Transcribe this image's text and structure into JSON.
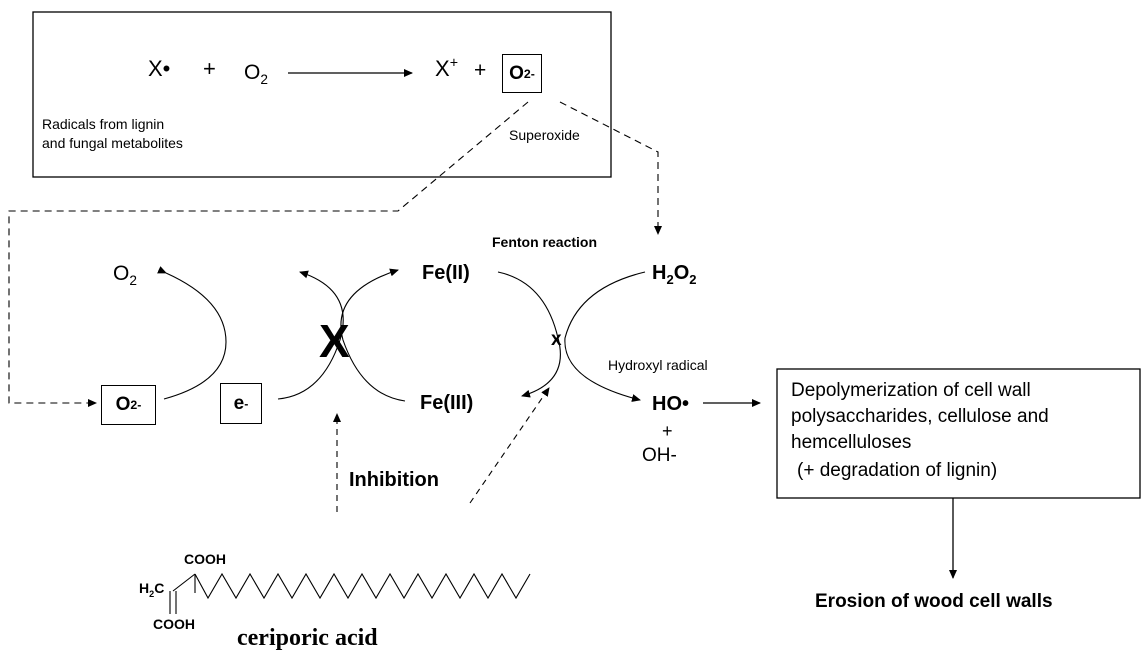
{
  "top_box": {
    "x_radical": "X•",
    "plus": "+",
    "o2_base": "O",
    "o2_sub": "2",
    "x_plus_base": "X",
    "x_plus_sup": "+",
    "plus2": "+",
    "superoxide_base": "O",
    "superoxide_sub": "2",
    "superoxide_sup": "-",
    "radicals_line1": "Radicals from lignin",
    "radicals_line2": "and fungal metabolites",
    "superoxide_label": "Superoxide"
  },
  "cycle": {
    "o2_base": "O",
    "o2_sub": "2",
    "o2m_base": "O",
    "o2m_sub": "2",
    "o2m_sup": "-",
    "e_base": "e",
    "e_sup": "-",
    "big_x": "X",
    "small_x": "x",
    "fe2": "Fe(II)",
    "fe3": "Fe(III)",
    "fenton_label": "Fenton reaction",
    "h2o2_h": "H",
    "h2o2_sub": "2",
    "h2o2_o": "O",
    "h2o2_sub2": "2",
    "hydroxyl_label": "Hydroxyl radical",
    "ho_radical": "HO•",
    "plus": "+",
    "oh_minus": "OH-"
  },
  "inhibition_label": "Inhibition",
  "molecule": {
    "cooh_top": "COOH",
    "h2c_h": "H",
    "h2c_sub": "2",
    "h2c_c": "C",
    "cooh_bottom": "COOH",
    "name": "ceriporic acid"
  },
  "outcome_box": {
    "line1": "Depolymerization of cell wall",
    "line2": "polysaccharides, cellulose and",
    "line3": "hemcelluloses",
    "line4": "(+ degradation of lignin)"
  },
  "erosion_label": "Erosion of wood cell walls"
}
